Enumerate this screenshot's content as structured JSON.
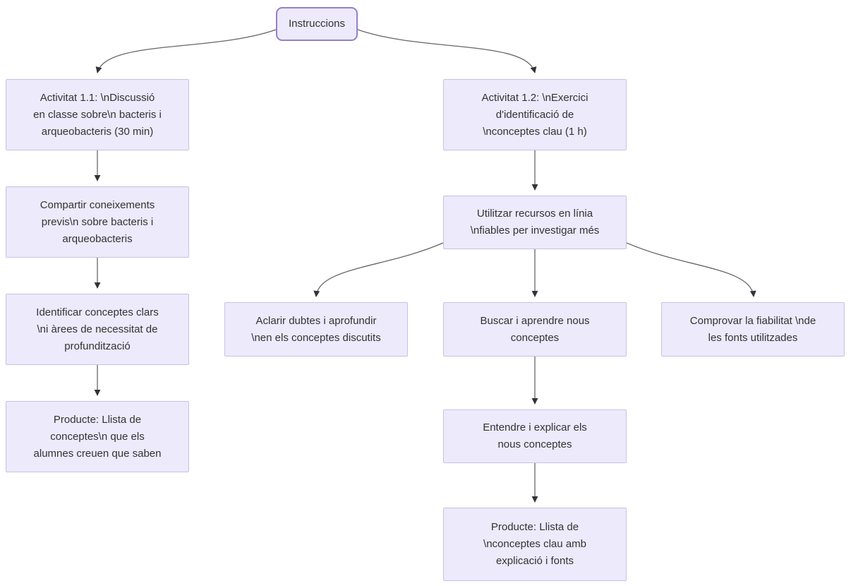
{
  "diagram": {
    "type": "flowchart",
    "colors": {
      "node_fill": "#eceafb",
      "node_border": "#c8c2e4",
      "root_border": "#9480c9",
      "edge_line": "#666666",
      "arrowhead": "#333333",
      "text": "#333333",
      "background": "#ffffff"
    },
    "nodes": {
      "root": {
        "lines": [
          "Instruccions"
        ]
      },
      "act11": {
        "lines": [
          "Activitat 1.1: \\nDiscussió",
          "en classe sobre\\n bacteris i",
          "arqueobacteris (30 min)"
        ]
      },
      "compartir": {
        "lines": [
          "Compartir coneixements",
          "previs\\n sobre bacteris i",
          "arqueobacteris"
        ]
      },
      "identificar": {
        "lines": [
          "Identificar conceptes clars",
          "\\ni àrees de necessitat de",
          "profundització"
        ]
      },
      "producte1": {
        "lines": [
          "Producte: Llista de",
          "conceptes\\n que els",
          "alumnes creuen que saben"
        ]
      },
      "act12": {
        "lines": [
          "Activitat 1.2: \\nExercici",
          "d'identificació de",
          "\\nconceptes clau (1 h)"
        ]
      },
      "utilitzar": {
        "lines": [
          "Utilitzar recursos en línia",
          "\\nfiables per investigar més"
        ]
      },
      "aclarir": {
        "lines": [
          "Aclarir dubtes i aprofundir",
          "\\nen els conceptes discutits"
        ]
      },
      "buscar": {
        "lines": [
          "Buscar i aprendre nous",
          "conceptes"
        ]
      },
      "comprovar": {
        "lines": [
          "Comprovar la fiabilitat \\nde",
          "les fonts utilitzades"
        ]
      },
      "entendre": {
        "lines": [
          "Entendre i explicar els",
          "nous conceptes"
        ]
      },
      "producte2": {
        "lines": [
          "Producte: Llista de",
          "\\nconceptes clau amb",
          "explicació i fonts"
        ]
      }
    },
    "edges": [
      {
        "from": "root",
        "to": "act11"
      },
      {
        "from": "root",
        "to": "act12"
      },
      {
        "from": "act11",
        "to": "compartir"
      },
      {
        "from": "compartir",
        "to": "identificar"
      },
      {
        "from": "identificar",
        "to": "producte1"
      },
      {
        "from": "act12",
        "to": "utilitzar"
      },
      {
        "from": "utilitzar",
        "to": "aclarir"
      },
      {
        "from": "utilitzar",
        "to": "buscar"
      },
      {
        "from": "utilitzar",
        "to": "comprovar"
      },
      {
        "from": "buscar",
        "to": "entendre"
      },
      {
        "from": "entendre",
        "to": "producte2"
      }
    ]
  }
}
